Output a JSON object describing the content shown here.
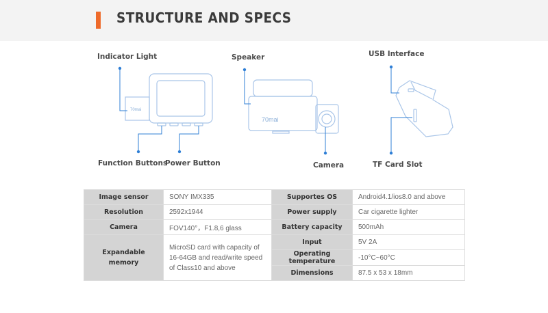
{
  "header": {
    "title": "STRUCTURE AND SPECS",
    "accent_color": "#ee6a2a"
  },
  "diagram": {
    "labels": {
      "indicator_light": "Indicator Light",
      "function_buttons": "Function Buttons",
      "power_button": "Power Button",
      "speaker": "Speaker",
      "camera": "Camera",
      "usb_interface": "USB Interface",
      "tf_card_slot": "TF Card Slot"
    },
    "brand_front": "70mai",
    "brand_side": "70mai",
    "line_color": "#2f7fd6",
    "outline_color": "#a9c5e8"
  },
  "specs": {
    "left": [
      {
        "key": "Image sensor",
        "value": "SONY IMX335"
      },
      {
        "key": "Resolution",
        "value": "2592x1944"
      },
      {
        "key": "Camera",
        "value": "FOV140°，F1.8,6 glass"
      },
      {
        "key": "Expandable memory",
        "value": "MicroSD card with capacity of 16-64GB and read/write speed of Class10 and above"
      }
    ],
    "right": [
      {
        "key": "Supportes OS",
        "value": "Android4.1/ios8.0 and above"
      },
      {
        "key": "Power supply",
        "value": "Car cigarette lighter"
      },
      {
        "key": "Battery capacity",
        "value": "500mAh"
      },
      {
        "key": "Input",
        "value": "5V  2A"
      },
      {
        "key": "Operating temperature",
        "value": "-10°C~60°C"
      },
      {
        "key": "Dimensions",
        "value": "87.5 x 53 x 18mm"
      }
    ]
  }
}
